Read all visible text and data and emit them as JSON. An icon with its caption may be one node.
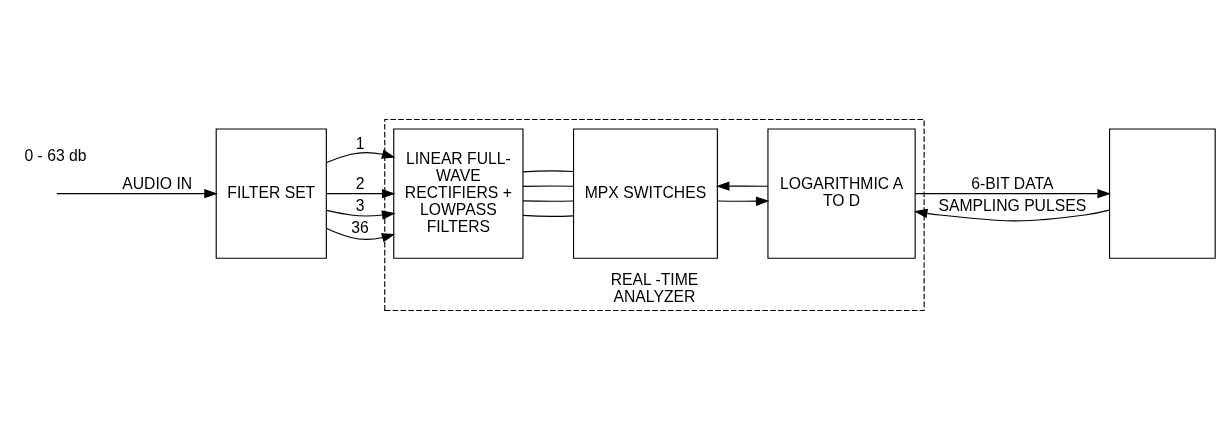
{
  "diagram": {
    "nodes": [
      {
        "text": [
          "FILTER SET"
        ]
      },
      {
        "text": [
          "REAL -TIME ANALYZER"
        ]
      },
      {
        "text": [
          "LINEAR FULL-WAVE RECTIFIERS + LOWPASS FILTERS"
        ],
        "in": 1
      },
      {
        "text": [
          "MPX SWITCHES"
        ],
        "in": 1
      },
      {
        "text": [
          "LOGARITHMIC A TO D"
        ],
        "in": 1
      },
      {
        "text": [],
        "shape": "box"
      }
    ],
    "edges": [
      {
        "from": null,
        "to": 0,
        "arrow": "to",
        "label": "AUDIO IN"
      },
      {
        "from": 0,
        "to": 2,
        "arrow": "to",
        "label": "1"
      },
      {
        "from": 0,
        "to": 2,
        "arrow": "to",
        "label": "2"
      },
      {
        "from": 0,
        "to": 2,
        "arrow": "to",
        "label": "3"
      },
      {
        "from": 0,
        "to": 2,
        "arrow": "to",
        "label": "36"
      },
      {
        "from": 2,
        "to": 3,
        "arrow": "none"
      },
      {
        "from": 2,
        "to": 3,
        "arrow": "none"
      },
      {
        "from": 2,
        "to": 3,
        "arrow": "none"
      },
      {
        "from": 2,
        "to": 3,
        "arrow": "none"
      },
      {
        "from": 3,
        "to": 4,
        "arrow": "to"
      },
      {
        "from": 4,
        "to": 3,
        "arrow": "to"
      },
      {
        "from": 4,
        "to": 5,
        "arrow": "to",
        "label": "6-BIT DATA"
      },
      {
        "from": 5,
        "to": 4,
        "arrow": "to",
        "label": "SAMPLING PULSES"
      }
    ],
    "labels": [
      "0 - 63 db"
    ]
  }
}
